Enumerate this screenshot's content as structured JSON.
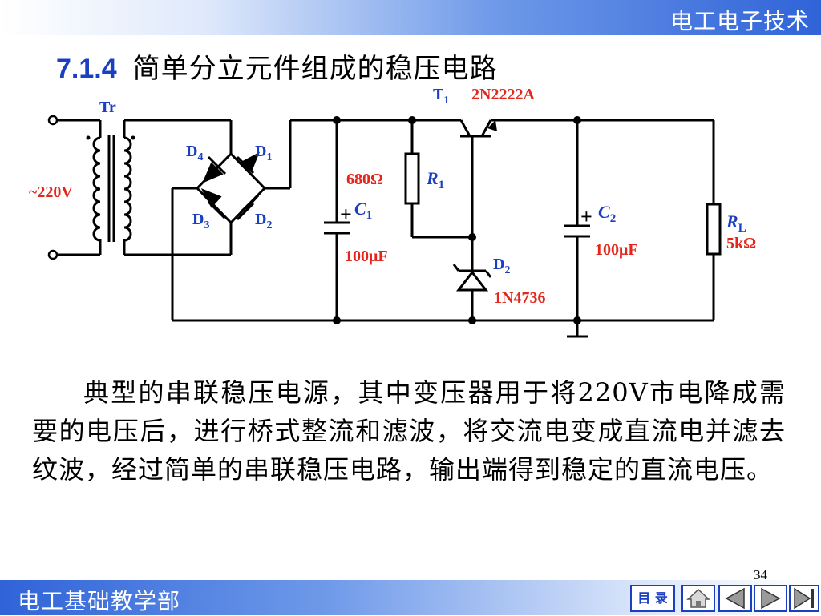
{
  "header": {
    "course_title": "电工电子技术"
  },
  "section": {
    "number": "7.1.4",
    "title": "简单分立元件组成的稳压电路"
  },
  "circuit": {
    "transformer": "Tr",
    "input_voltage": "~220V",
    "diodes": [
      {
        "name": "D",
        "sub": "4"
      },
      {
        "name": "D",
        "sub": "1"
      },
      {
        "name": "D",
        "sub": "3"
      },
      {
        "name": "D",
        "sub": "2"
      }
    ],
    "c1": {
      "name": "C",
      "sub": "1",
      "value": "100μF"
    },
    "r1": {
      "name": "R",
      "sub": "1",
      "value": "680Ω"
    },
    "t1": {
      "name": "T",
      "sub": "1",
      "model": "2N2222A"
    },
    "dz": {
      "name": "D",
      "sub": "2",
      "model": "1N4736"
    },
    "c2": {
      "name": "C",
      "sub": "2",
      "value": "100μF"
    },
    "rl": {
      "name": "R",
      "sub": "L",
      "value": "5kΩ"
    },
    "plus": "+",
    "colors": {
      "wire": "#000000",
      "label": "#1a3fc0",
      "value": "#e3261c"
    }
  },
  "paragraph": "典型的串联稳压电源，其中变压器用于将220V市电降成需要的电压后，进行桥式整流和滤波，将交流电变成直流电并滤去纹波，经过简单的串联稳压电路，输出端得到稳定的直流电压。",
  "footer": {
    "department": "电工基础教学部",
    "page": "34",
    "menu_label": "目 录"
  },
  "nav": [
    "home-icon",
    "prev-icon",
    "next-icon",
    "end-icon"
  ]
}
